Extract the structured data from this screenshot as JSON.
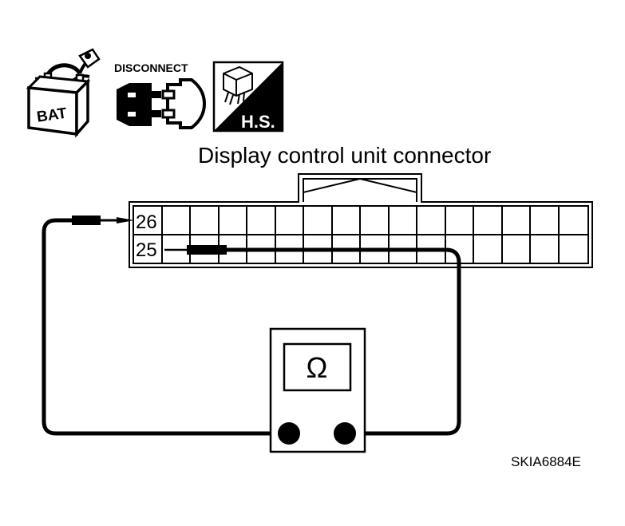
{
  "icons": {
    "battery": {
      "name": "battery-icon",
      "text": "BAT"
    },
    "disconnect": {
      "name": "disconnect-connector-icon",
      "text": "DISCONNECT"
    },
    "harness_side": {
      "name": "harness-side-icon",
      "text": "H.S."
    }
  },
  "connector": {
    "title": "Display control unit connector",
    "terminals": {
      "top": "26",
      "bottom": "25"
    }
  },
  "meter": {
    "symbol": "Ω"
  },
  "figure_code": "SKIA6884E",
  "colors": {
    "ink": "#000000",
    "paper": "#ffffff"
  }
}
